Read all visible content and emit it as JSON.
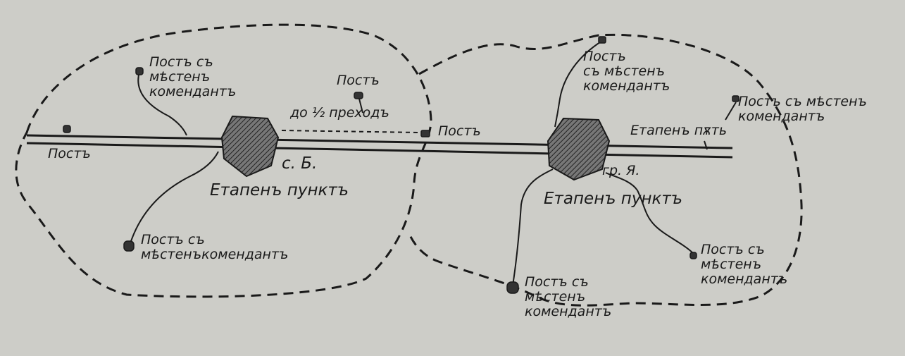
{
  "labels": {
    "post_tl": "Постъ съ\nмѣстенъ\nкомендантъ",
    "post_left": "Постъ",
    "post_mid": "Постъ",
    "half_march": "до ½ преходъ",
    "post_road_mid": "Постъ",
    "town_b": "с. Б.",
    "stage_point_b": "Етапенъ пунктъ",
    "post_bl": "Постъ съ\nмѣстенъкомендантъ",
    "post_tr": "Постъ\nсъ мѣстенъ\nкомендантъ",
    "post_far_right": "Постъ съ мѣстенъ\nкомендантъ",
    "stage_road": "Етапенъ пѫть",
    "town_ya": "гр. Я.",
    "stage_point_ya": "Етапенъ пунктъ",
    "post_br": "Постъ съ\nмѣстенъ\nкомендантъ",
    "post_bottom": "Постъ съ\nмѣстенъ\nкомендантъ"
  },
  "colors": {
    "ink": "#1a1a1a",
    "paper": "#cdcdc8"
  }
}
